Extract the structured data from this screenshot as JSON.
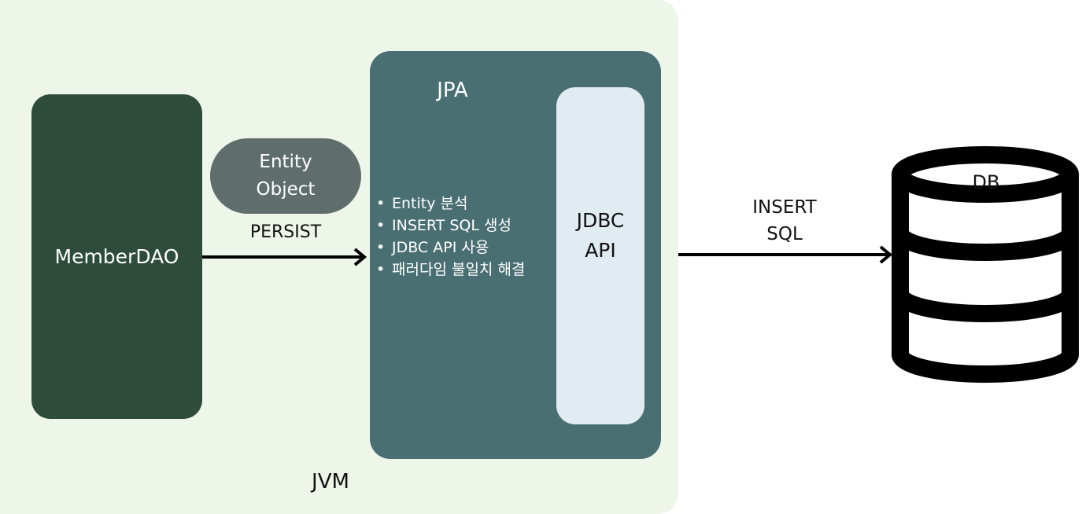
{
  "jvm": {
    "label": "JVM"
  },
  "member_dao": {
    "label": "MemberDAO"
  },
  "entity_object": {
    "line1": "Entity",
    "line2": "Object"
  },
  "persist": {
    "label": "PERSIST"
  },
  "jpa": {
    "title": "JPA",
    "bullet_symbol": "•",
    "features": [
      "Entity 분석",
      "INSERT SQL 생성",
      "JDBC API 사용",
      "패러다임 불일치 해결"
    ]
  },
  "jdbc_api": {
    "line1": "JDBC",
    "line2": "API"
  },
  "insert_sql": {
    "line1": "INSERT",
    "line2": "SQL"
  },
  "db": {
    "label": "DB"
  },
  "colors": {
    "jvm_bg": "#eef6ea",
    "member_dao_bg": "#2d4c3b",
    "entity_bg": "#5f6e6d",
    "jpa_bg": "#4a6f72",
    "jdbc_bg": "#e1ebf2",
    "db_stroke": "#000000"
  }
}
